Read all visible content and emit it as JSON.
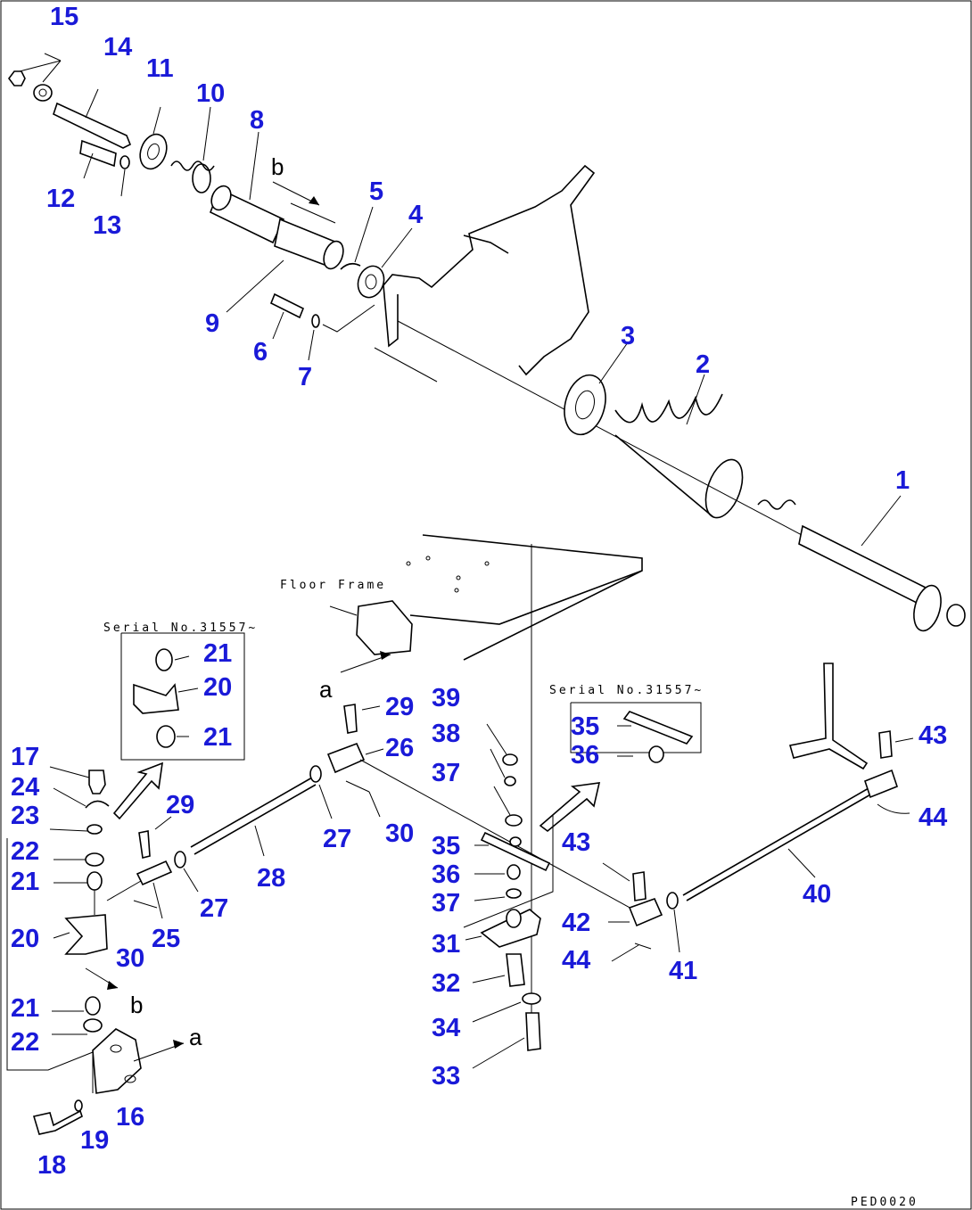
{
  "callouts": [
    "1",
    "2",
    "3",
    "4",
    "5",
    "6",
    "7",
    "8",
    "9",
    "10",
    "11",
    "12",
    "13",
    "14",
    "15",
    "16",
    "17",
    "18",
    "19",
    "20",
    "21",
    "22",
    "23",
    "24",
    "25",
    "26",
    "27",
    "28",
    "29",
    "30",
    "31",
    "32",
    "33",
    "34",
    "35",
    "36",
    "37",
    "38",
    "39",
    "40",
    "41",
    "42",
    "43",
    "44"
  ],
  "notes": {
    "serial_left": "Serial No.31557~",
    "serial_right": "Serial No.31557~",
    "floor_frame": "Floor Frame"
  },
  "view_letters": {
    "a": "a",
    "b": "b"
  },
  "drawing_code": "PED0020",
  "colors": {
    "callout": "#1a1ad8",
    "line": "#000000",
    "background": "#ffffff"
  }
}
